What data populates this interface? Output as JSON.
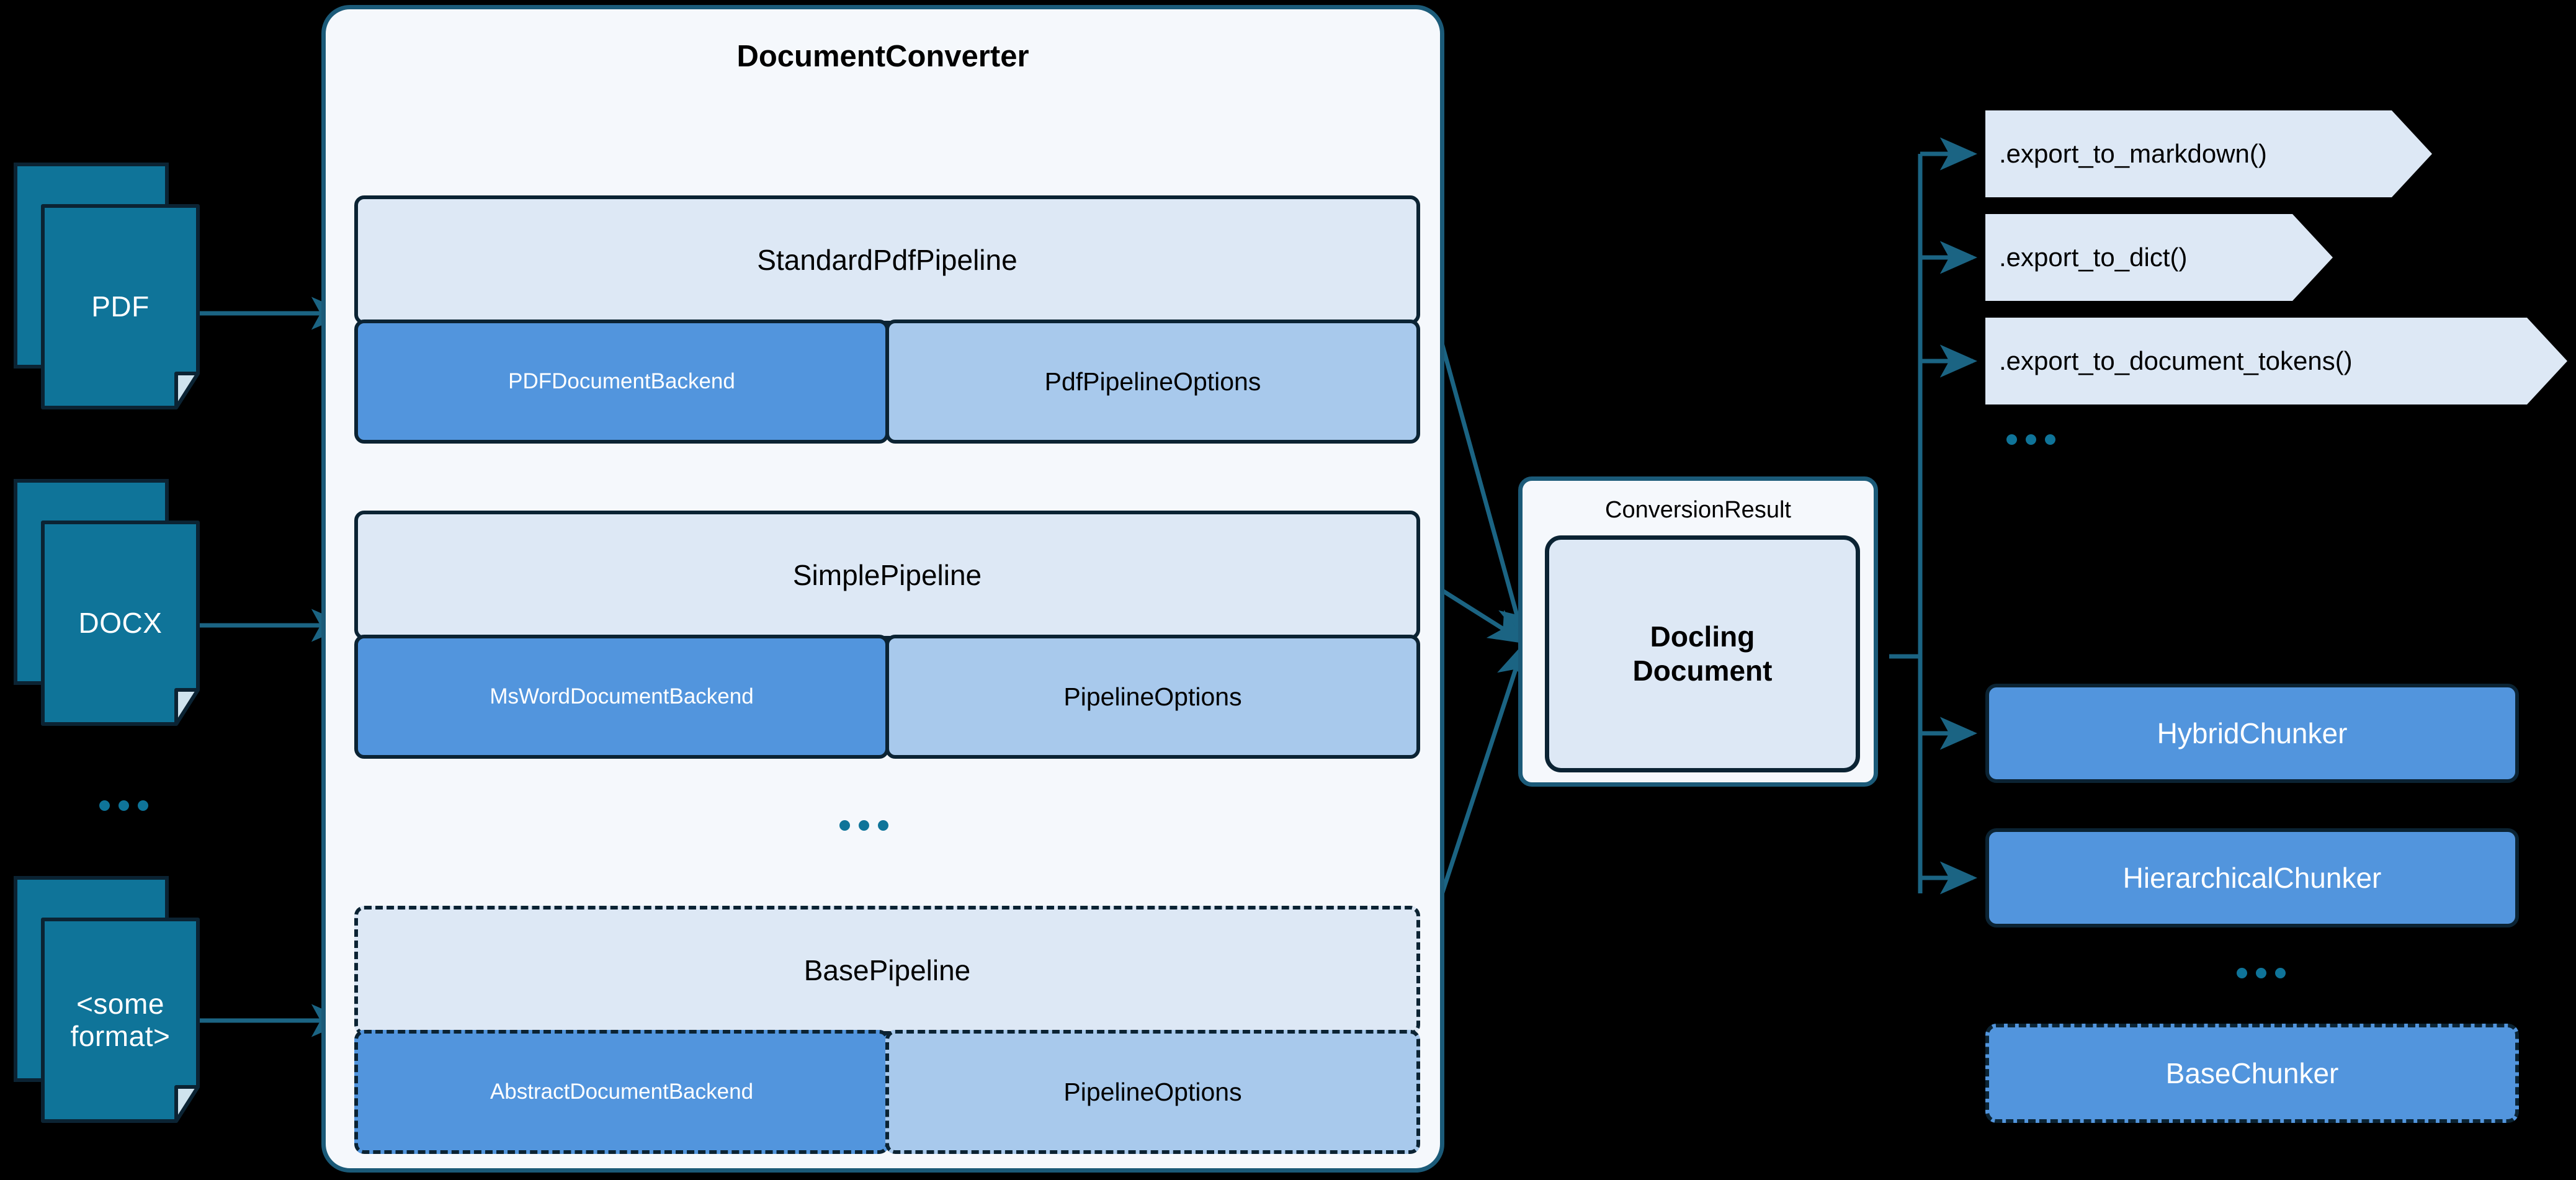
{
  "colors": {
    "doc_fill": "#0f7499",
    "doc_stroke": "#0b2333",
    "panel_bg": "#f5f8fc",
    "panel_border": "#1b5a78",
    "pipeline_header": "#dde8f5",
    "backend_fill": "#5295dd",
    "options_fill": "#a8c9ec",
    "node_stroke": "#0b2333",
    "arrow": "#1b6483",
    "ellipsis": "#0f7499",
    "background": "#000000"
  },
  "inputs": {
    "documents": [
      {
        "label": "PDF",
        "icon": "document-stack-icon"
      },
      {
        "label": "DOCX",
        "icon": "document-stack-icon"
      },
      {
        "label": "<some\nformat>",
        "line1": "<some",
        "line2": "format>",
        "icon": "document-stack-icon"
      }
    ],
    "ellipsis": "..."
  },
  "converter": {
    "title": "DocumentConverter",
    "ellipsis": "...",
    "pipelines": [
      {
        "name": "StandardPdfPipeline",
        "backend": "PDFDocumentBackend",
        "options": "PdfPipelineOptions",
        "style": "solid"
      },
      {
        "name": "SimplePipeline",
        "backend": "MsWordDocumentBackend",
        "options": "PipelineOptions",
        "style": "solid"
      },
      {
        "name": "BasePipeline",
        "backend": "AbstractDocumentBackend",
        "options": "PipelineOptions",
        "style": "dashed"
      }
    ]
  },
  "result": {
    "label": "ConversionResult",
    "document_line1": "Docling",
    "document_line2": "Document"
  },
  "exports": {
    "items": [
      {
        "label": ".export_to_markdown()"
      },
      {
        "label": ".export_to_dict()"
      },
      {
        "label": ".export_to_document_tokens()"
      }
    ],
    "ellipsis": "..."
  },
  "chunkers": {
    "items": [
      {
        "label": "HybridChunker",
        "style": "solid"
      },
      {
        "label": "HierarchicalChunker",
        "style": "solid"
      },
      {
        "label": "BaseChunker",
        "style": "dashed"
      }
    ],
    "ellipsis": "..."
  }
}
